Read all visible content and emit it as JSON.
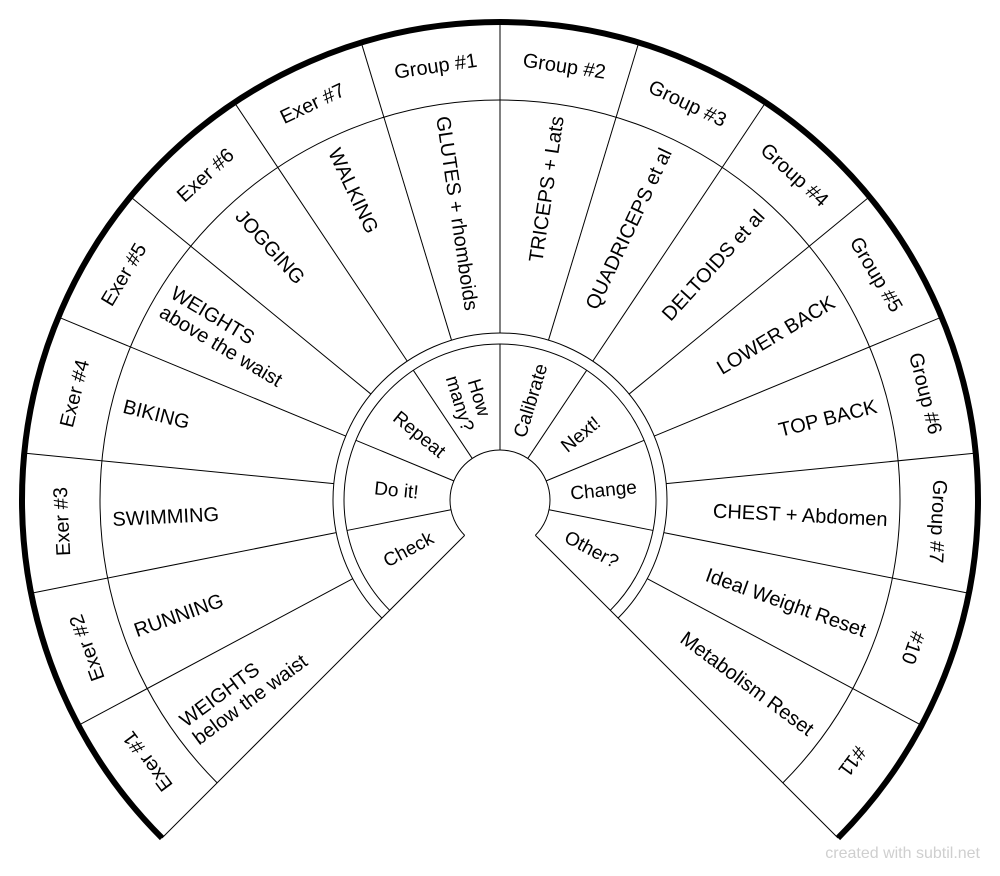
{
  "outer_labels": [
    "Exer #1",
    "Exer #2",
    "Exer #3",
    "Exer #4",
    "Exer #5",
    "Exer #6",
    "Exer #7",
    "Group #1",
    "Group #2",
    "Group #3",
    "Group #4",
    "Group #5",
    "Group #6",
    "Group #7",
    "#10",
    "#11"
  ],
  "middle_labels": [
    [
      "WEIGHTS",
      "below the waist"
    ],
    [
      "RUNNING"
    ],
    [
      "SWIMMING"
    ],
    [
      "BIKING"
    ],
    [
      "WEIGHTS",
      "above the waist"
    ],
    [
      "JOGGING"
    ],
    [
      "WALKING"
    ],
    [
      "GLUTES + rhomboids"
    ],
    [
      "TRICEPS + Lats"
    ],
    [
      "QUADRICEPS et al"
    ],
    [
      "DELTOIDS et al"
    ],
    [
      "LOWER BACK"
    ],
    [
      "TOP BACK"
    ],
    [
      "CHEST + Abdomen"
    ],
    [
      "Ideal Weight Reset"
    ],
    [
      "Metabolism Reset"
    ]
  ],
  "inner_labels": [
    [
      "Check"
    ],
    [
      "Do it!"
    ],
    [
      "Repeat"
    ],
    [
      "How",
      "many?"
    ],
    [
      "Calibrate"
    ],
    [
      "Next!"
    ],
    [
      "Change"
    ],
    [
      "Other?"
    ]
  ],
  "watermark": "created with subtil.net"
}
